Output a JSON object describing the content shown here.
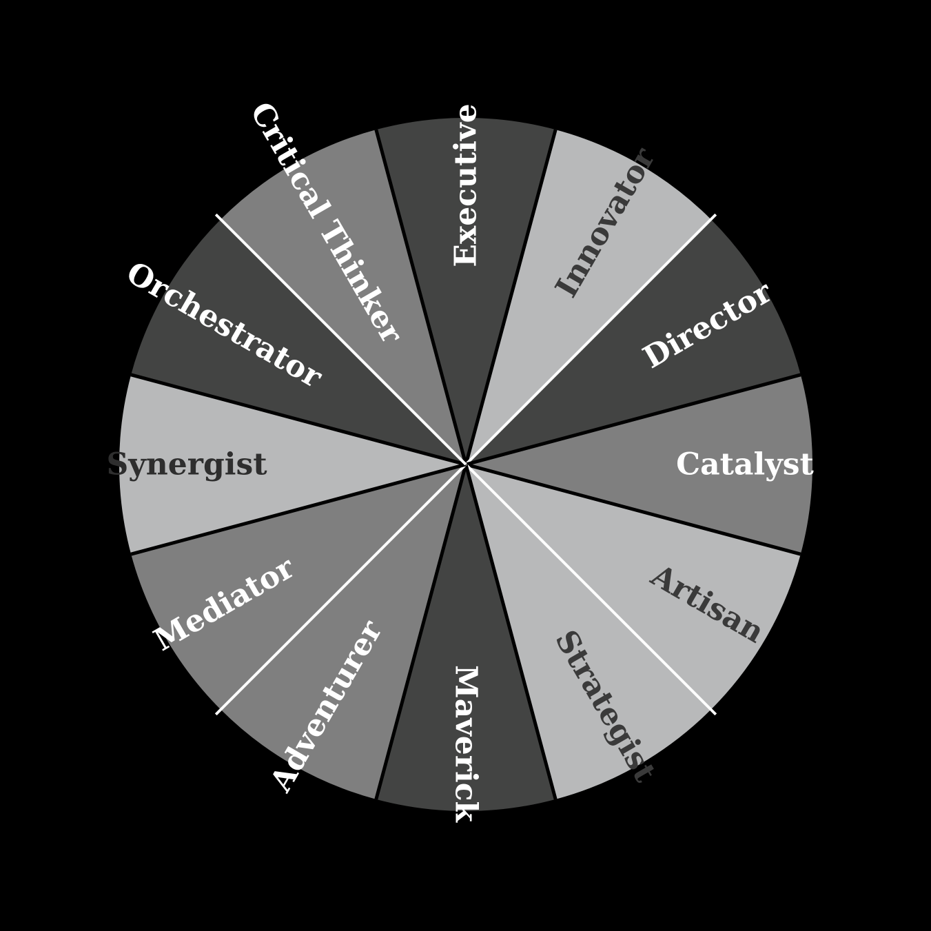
{
  "wheel": {
    "background": "#000000",
    "segments": [
      {
        "label": "Executive",
        "fill": "#434443",
        "text_color": "#ffffff"
      },
      {
        "label": "Innovator",
        "fill": "#b8b9ba",
        "text_color": "#3a3a3a"
      },
      {
        "label": "Director",
        "fill": "#434443",
        "text_color": "#ffffff"
      },
      {
        "label": "Catalyst",
        "fill": "#7f7f7f",
        "text_color": "#ffffff"
      },
      {
        "label": "Artisan",
        "fill": "#b8b9ba",
        "text_color": "#3a3a3a"
      },
      {
        "label": "Strategist",
        "fill": "#b8b9ba",
        "text_color": "#3a3a3a"
      },
      {
        "label": "Maverick",
        "fill": "#434443",
        "text_color": "#ffffff"
      },
      {
        "label": "Adventurer",
        "fill": "#7f7f7f",
        "text_color": "#ffffff"
      },
      {
        "label": "Mediator",
        "fill": "#7f7f7f",
        "text_color": "#ffffff"
      },
      {
        "label": "Synergist",
        "fill": "#b8b9ba",
        "text_color": "#2e2e2e"
      },
      {
        "label": "Orchestrator",
        "fill": "#434443",
        "text_color": "#ffffff"
      },
      {
        "label": "Critical Thinker",
        "fill": "#7f7f7f",
        "text_color": "#ffffff"
      }
    ],
    "divider_colors": {
      "white": "#ffffff",
      "black": "#000000"
    }
  }
}
